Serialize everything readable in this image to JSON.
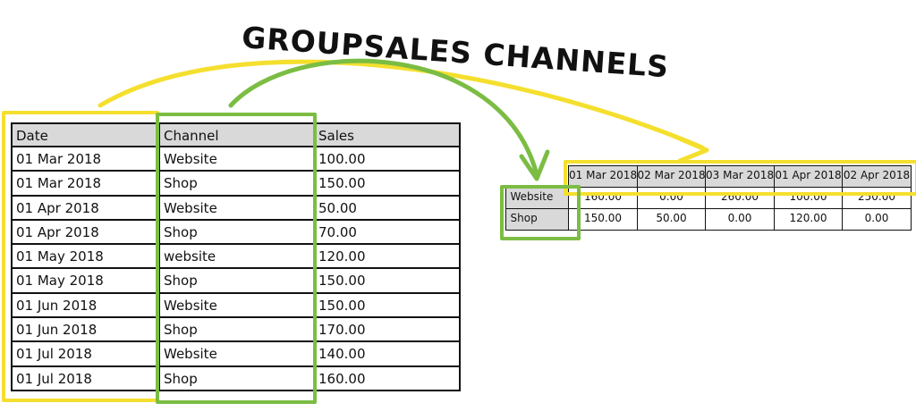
{
  "title": "GROUPSALES CHANNELS",
  "colors": {
    "yellow": "#f5df2e",
    "green": "#7bbd43",
    "header_fill": "#d9d9d9"
  },
  "source_table": {
    "headers": [
      "Date",
      "Channel",
      "Sales"
    ],
    "rows": [
      [
        "01 Mar 2018",
        "Website",
        "100.00"
      ],
      [
        "01 Mar 2018",
        "Shop",
        "150.00"
      ],
      [
        "01 Apr 2018",
        "Website",
        "50.00"
      ],
      [
        "01 Apr 2018",
        "Shop",
        "70.00"
      ],
      [
        "01 May 2018",
        "website",
        "120.00"
      ],
      [
        "01 May 2018",
        "Shop",
        "150.00"
      ],
      [
        "01 Jun 2018",
        "Website",
        "150.00"
      ],
      [
        "01 Jun 2018",
        "Shop",
        "170.00"
      ],
      [
        "01 Jul 2018",
        "Website",
        "140.00"
      ],
      [
        "01 Jul 2018",
        "Shop",
        "160.00"
      ]
    ]
  },
  "pivot_table": {
    "columns": [
      "01 Mar 2018",
      "02 Mar 2018",
      "03 Mar 2018",
      "01 Apr 2018",
      "02 Apr 2018"
    ],
    "rows": [
      {
        "label": "Website",
        "values": [
          "160.00",
          "0.00",
          "260.00",
          "100.00",
          "250.00"
        ]
      },
      {
        "label": "Shop",
        "values": [
          "150.00",
          "50.00",
          "0.00",
          "120.00",
          "0.00"
        ]
      }
    ]
  }
}
